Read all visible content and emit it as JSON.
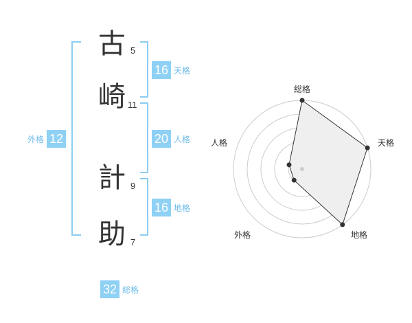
{
  "name": {
    "chars": [
      {
        "char": "古",
        "strokes": "5"
      },
      {
        "char": "崎",
        "strokes": "11"
      },
      {
        "char": "計",
        "strokes": "9"
      },
      {
        "char": "助",
        "strokes": "7"
      }
    ]
  },
  "kaku": {
    "tenkaku": {
      "value": "16",
      "label": "天格"
    },
    "jinkaku": {
      "value": "20",
      "label": "人格"
    },
    "chikaku": {
      "value": "16",
      "label": "地格"
    },
    "gaikaku": {
      "value": "12",
      "label": "外格"
    },
    "soukaku": {
      "value": "32",
      "label": "総格"
    }
  },
  "radar": {
    "axes": [
      "総格",
      "天格",
      "地格",
      "外格",
      "人格"
    ],
    "levels": 5,
    "values": [
      5,
      5,
      5,
      1,
      1
    ],
    "colors": {
      "fill": "#efefef",
      "line": "#333333",
      "grid": "#cccccc",
      "center": "#cccccc"
    }
  },
  "colors": {
    "accent": "#8fd0f5",
    "bracket": "#8ccdf2",
    "label": "#6fbcea"
  }
}
